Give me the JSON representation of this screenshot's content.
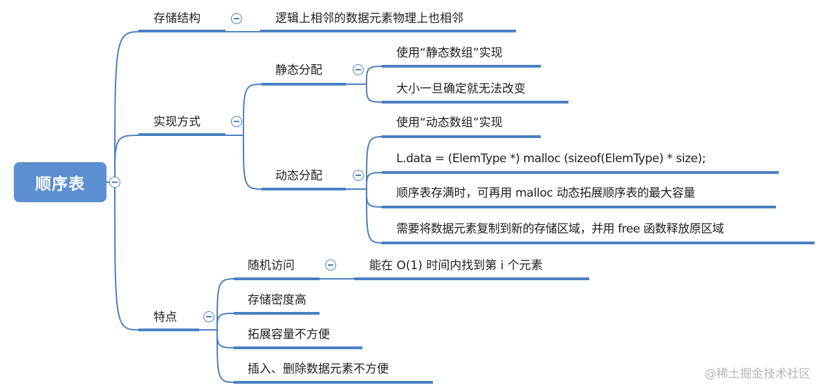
{
  "root": {
    "label": "顺序表"
  },
  "branches": {
    "storage": {
      "label": "存储结构",
      "child": "逻辑上相邻的数据元素物理上也相邻"
    },
    "impl": {
      "label": "实现方式",
      "static": {
        "label": "静态分配",
        "items": [
          "使用“静态数组”实现",
          "大小一旦确定就无法改变"
        ]
      },
      "dynamic": {
        "label": "动态分配",
        "items": [
          "使用“动态数组”实现",
          "L.data = (ElemType *) malloc (sizeof(ElemType) * size);",
          "顺序表存满时，可再用 malloc 动态拓展顺序表的最大容量",
          "需要将数据元素复制到新的存储区域，并用 free 函数释放原区域"
        ]
      }
    },
    "features": {
      "label": "特点",
      "random": {
        "label": "随机访问",
        "child": "能在 O(1) 时间内找到第 i 个元素"
      },
      "items": [
        "存储密度高",
        "拓展容量不方便",
        "插入、删除数据元素不方便"
      ]
    }
  },
  "watermark": "@稀土掘金技术社区",
  "colors": {
    "accent": "#4a7fc1",
    "root_fill": "#5b8fd0"
  }
}
